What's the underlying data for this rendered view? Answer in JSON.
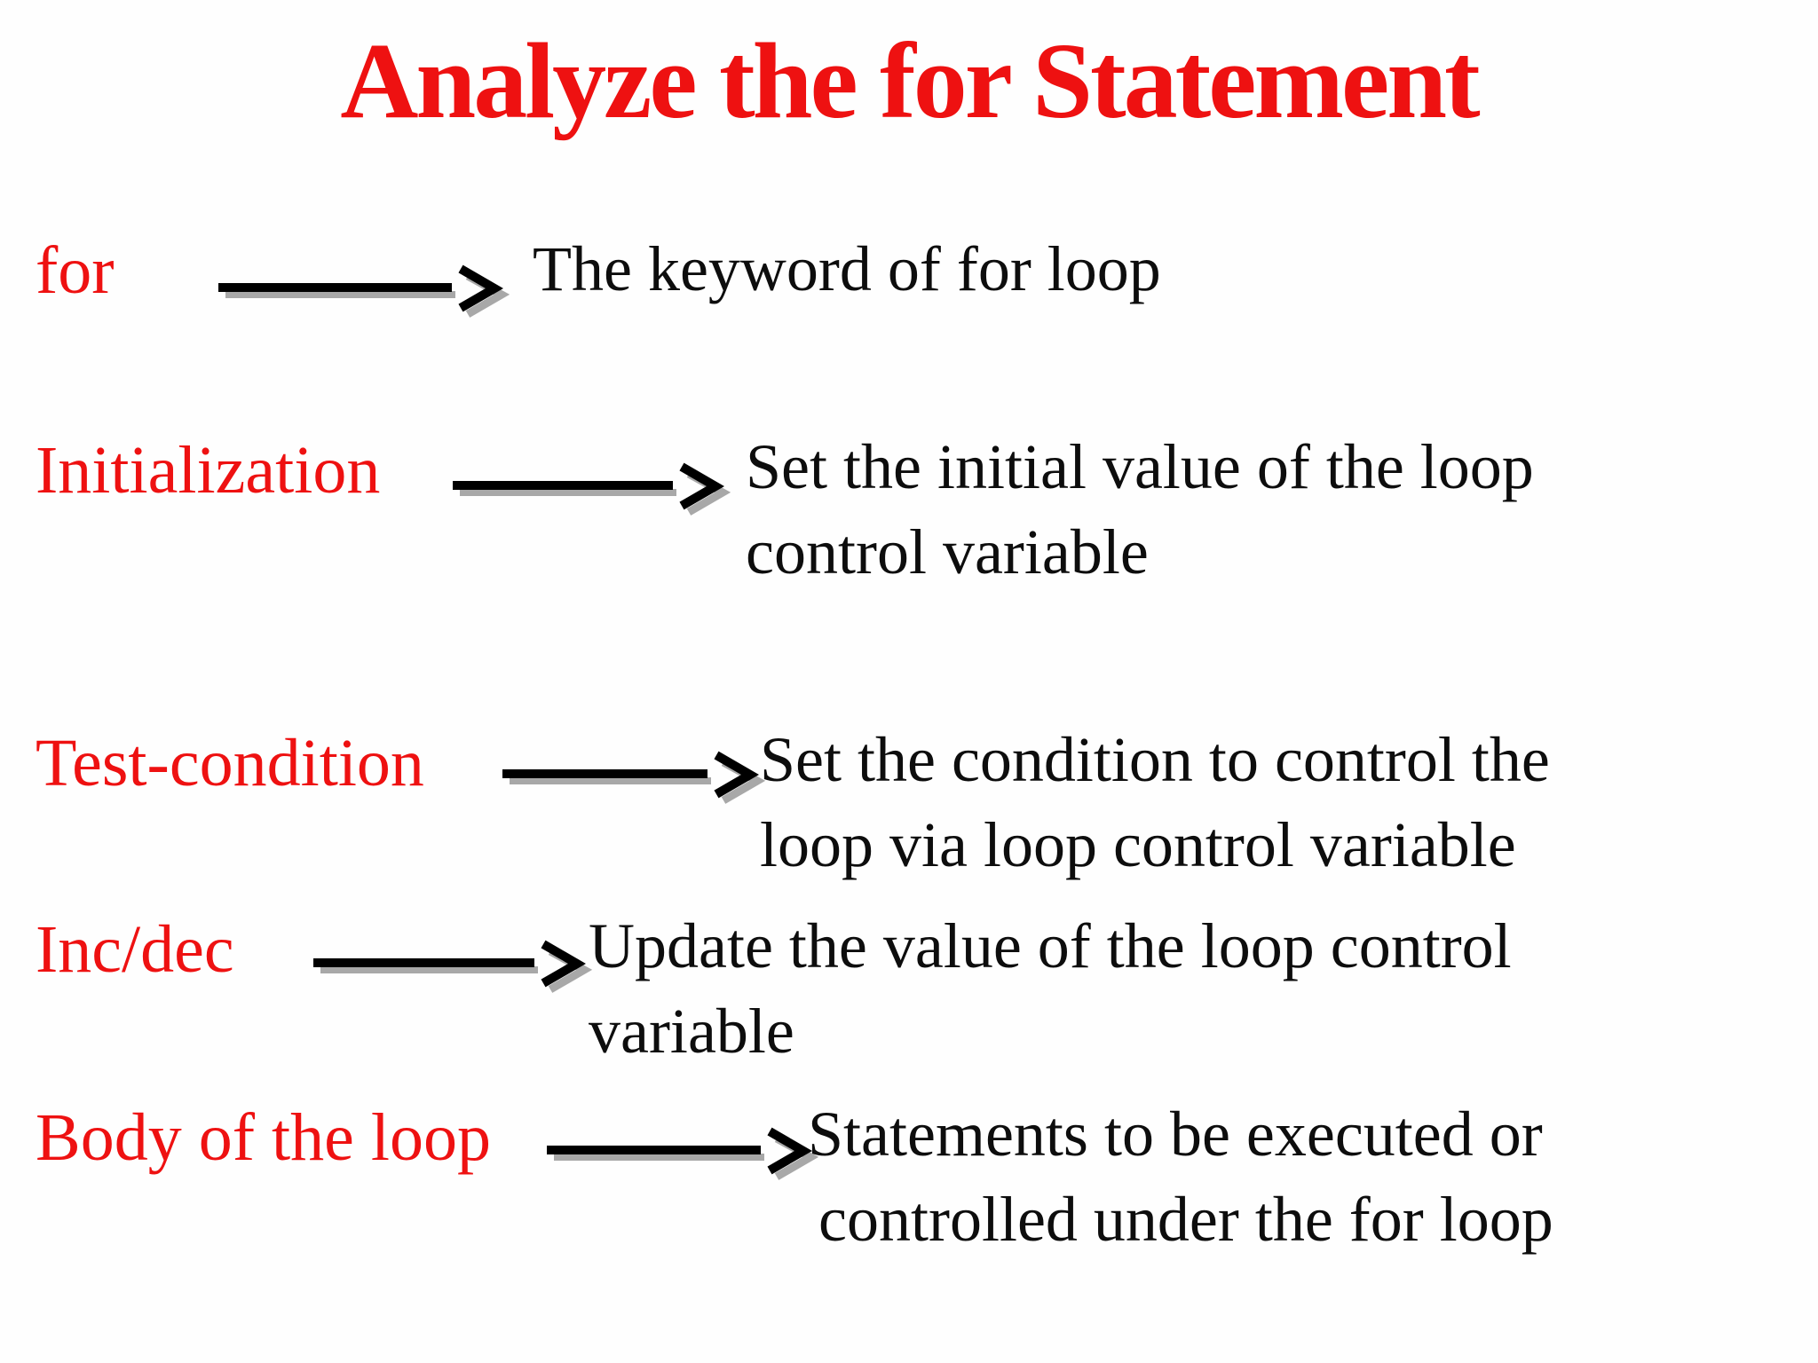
{
  "slide": {
    "title": "Analyze the for Statement",
    "colors": {
      "accent_red": "#ee1111",
      "body_text": "#0d0d0d",
      "arrow": "#000000",
      "arrow_shadow": "#a8a8a8",
      "background": "#fefefe"
    },
    "rows": [
      {
        "label": "for",
        "lines": [
          "The keyword of for loop"
        ]
      },
      {
        "label": "Initialization",
        "lines": [
          "Set the initial value of the loop",
          "control variable"
        ]
      },
      {
        "label": "Test-condition",
        "lines": [
          "Set the condition to control the",
          "loop via loop control variable"
        ]
      },
      {
        "label": "Inc/dec",
        "lines": [
          "Update the value of the loop control",
          "variable"
        ]
      },
      {
        "label": "Body of the loop",
        "lines": [
          "Statements to be executed or",
          "controlled under the for loop"
        ]
      }
    ]
  }
}
